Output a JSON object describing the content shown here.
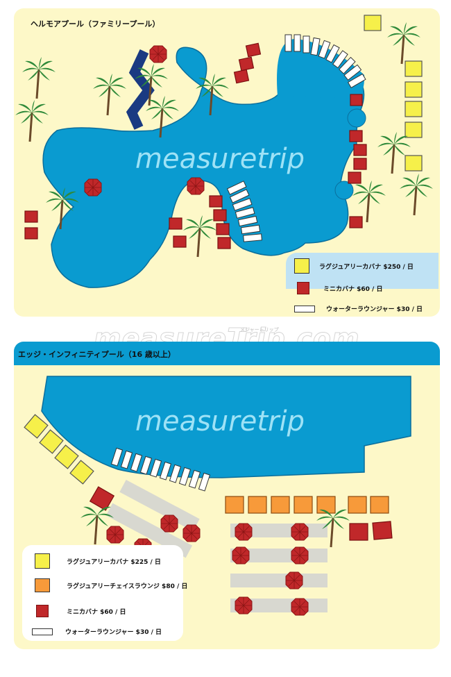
{
  "top_map": {
    "title": "ヘルモアプール（ファミリープール）",
    "watermark": "measuretrip",
    "legend": [
      {
        "icon": "luxury-cabana-icon",
        "label": "ラグジュアリーカバナ $250 / 日"
      },
      {
        "icon": "mini-cabana-icon",
        "label": "ミニカバナ $60 / 日"
      },
      {
        "icon": "water-lounger-icon",
        "label": "ウォーターラウンジャー $30 / 日"
      }
    ]
  },
  "middle_watermark": {
    "text": "measureTrip.com",
    "small": "メジャートリップ"
  },
  "bottom_map": {
    "title": "エッジ・インフィニティプール（16 歳以上）",
    "watermark": "measuretrip",
    "legend": [
      {
        "icon": "luxury-cabana-icon",
        "label": "ラグジュアリーカバナ $225 / 日"
      },
      {
        "icon": "luxury-chaise-lounge-icon",
        "label": "ラグジュアリーチェイスラウンジ $80 / 日"
      },
      {
        "icon": "mini-cabana-icon",
        "label": "ミニカバナ $60 / 日"
      },
      {
        "icon": "water-lounger-icon",
        "label": "ウォーターラウンジャー $30 / 日"
      }
    ]
  },
  "colors": {
    "sand": "#fdf8c8",
    "pool": "#0a9bd0",
    "luxury_cabana": "#f6f04a",
    "chaise_lounge": "#f79a3a",
    "mini_cabana": "#c0282a",
    "lounger": "#ffffff",
    "palm": "#2f8a3a"
  }
}
